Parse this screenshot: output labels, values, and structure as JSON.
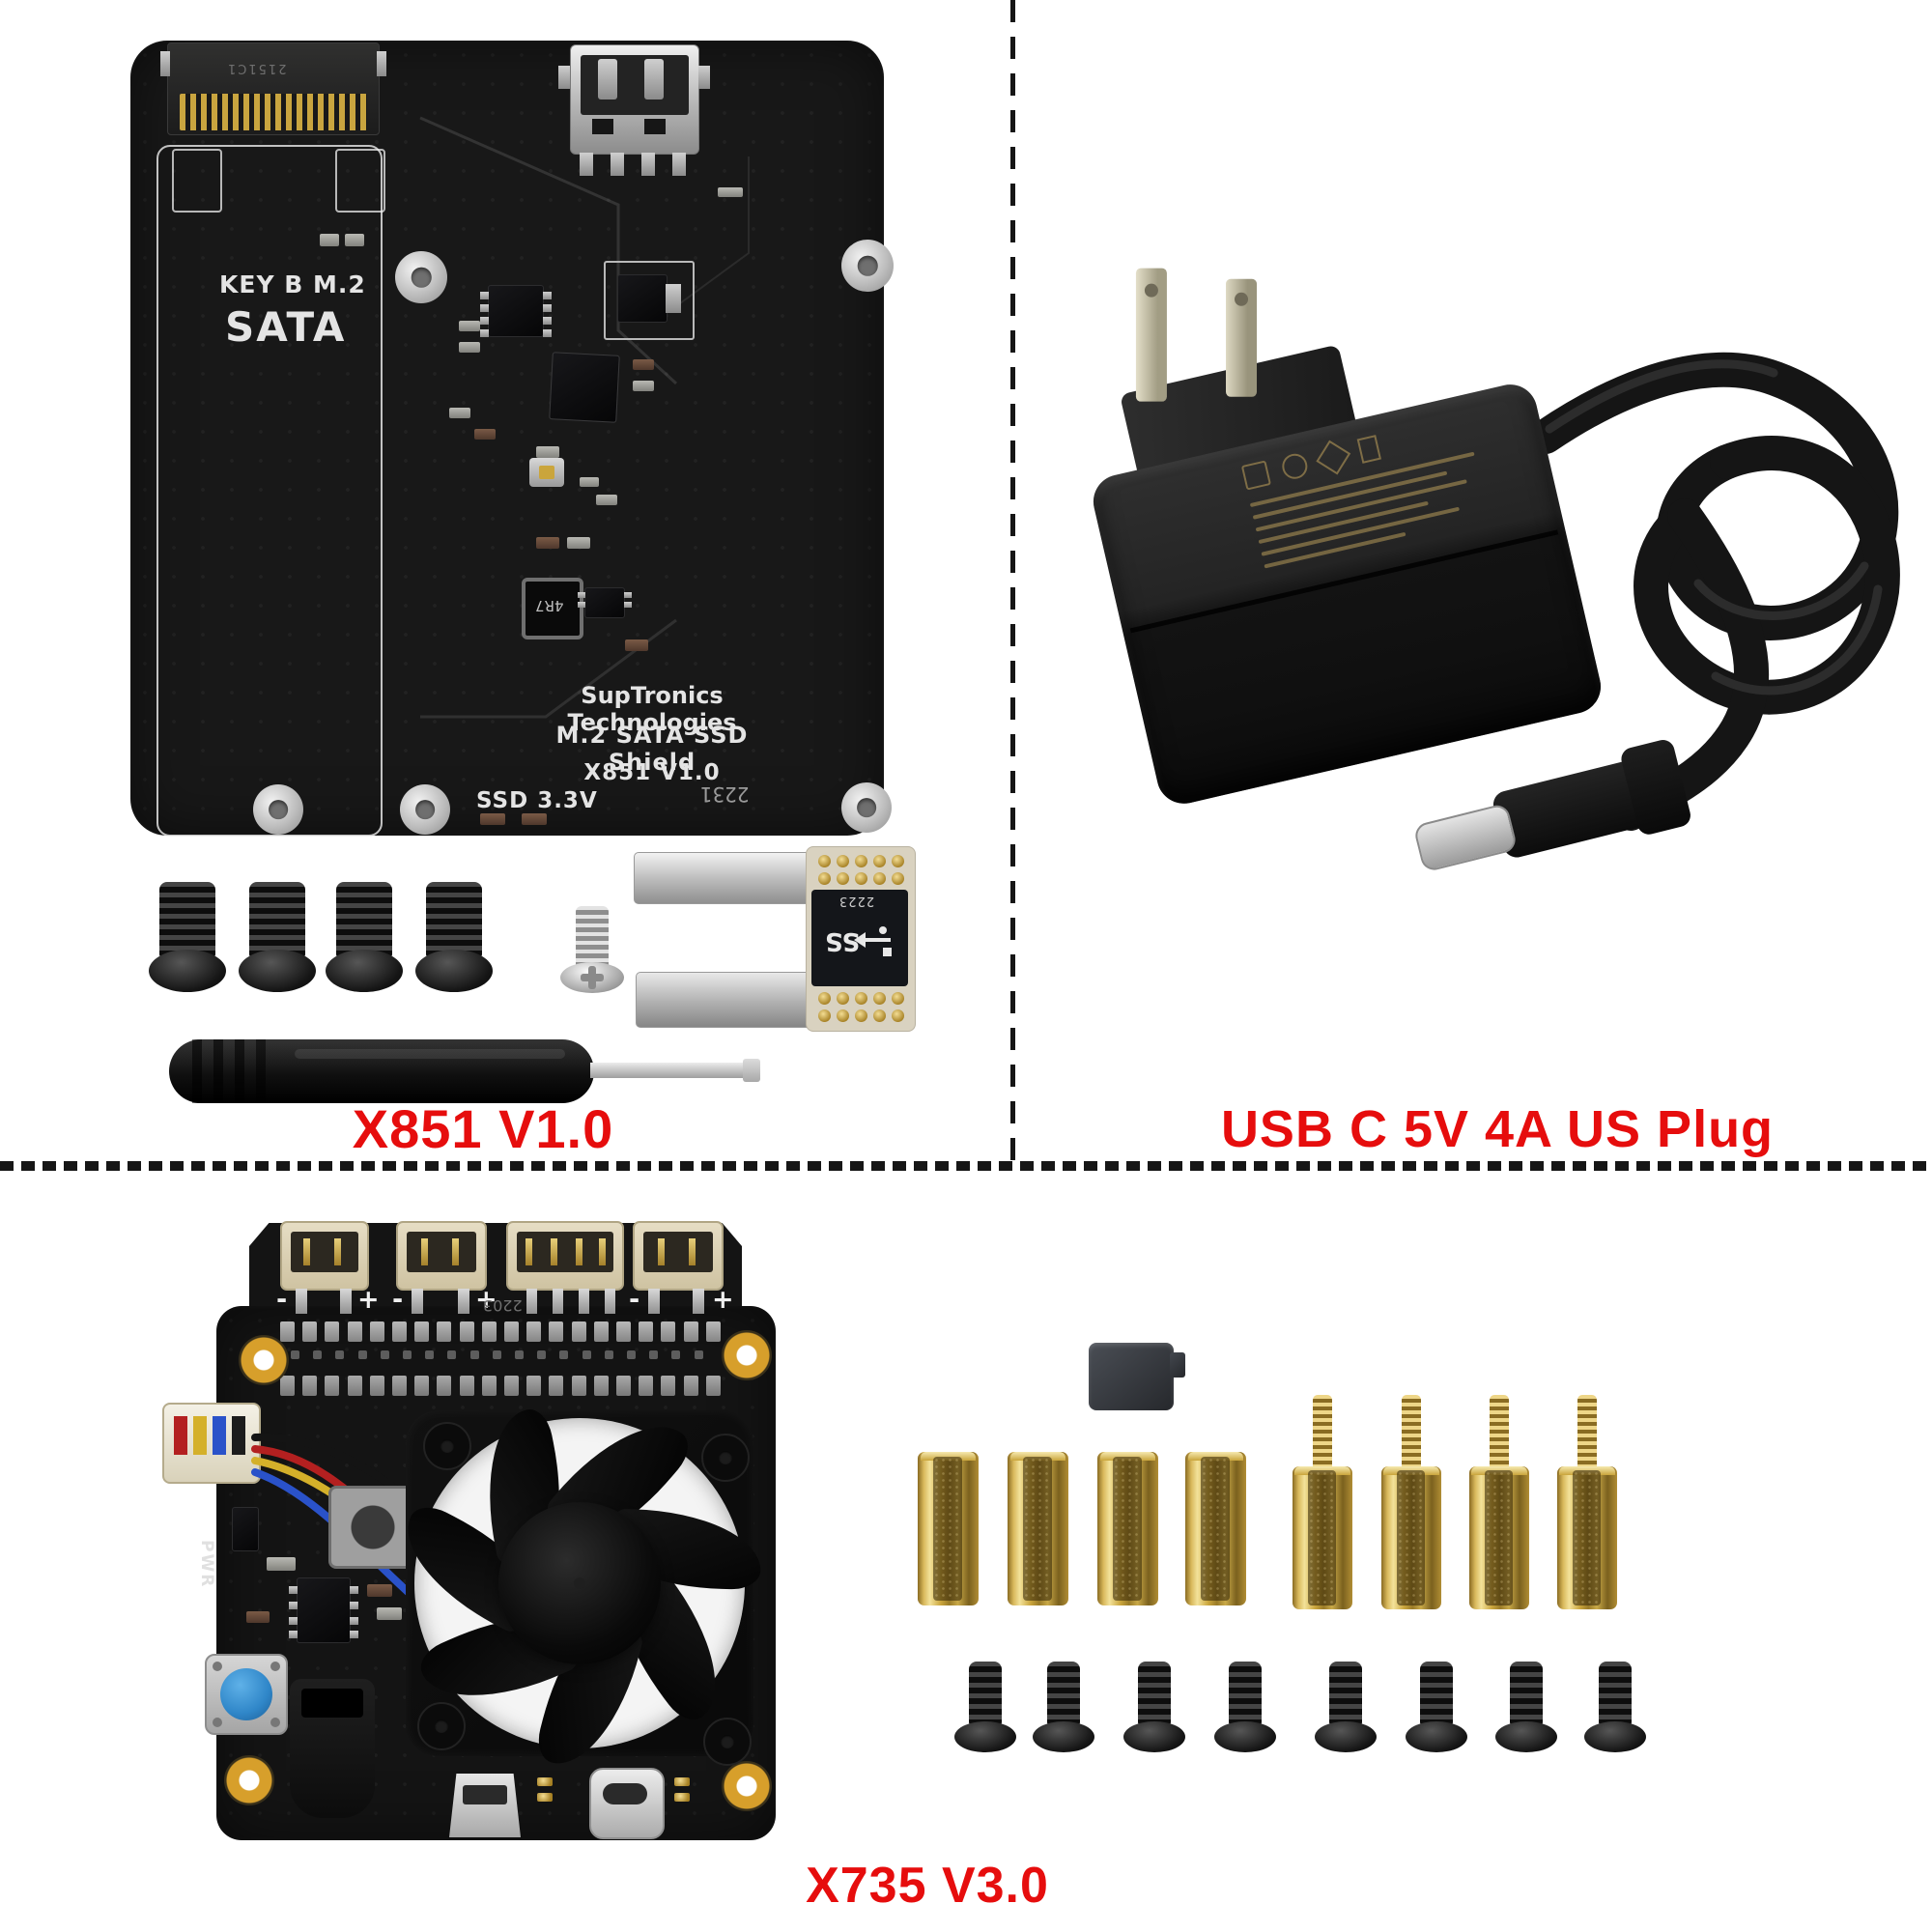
{
  "colors": {
    "accent_red": "#e60d0d",
    "pcb_black": "#181818",
    "brass": "#caa53c",
    "background": "#ffffff"
  },
  "panels": {
    "x851": {
      "caption": "X851 V1.0",
      "board": {
        "key_b": "KEY B M.2",
        "sata": "SATA",
        "brand": "SupTronics Technologies",
        "product": "M.2 SATA SSD Shield",
        "version": "X851 V1.0",
        "ssd_33v": "SSD 3.3V",
        "date_code": "2231",
        "m2_connector_code": "2151C1",
        "inductor_code": "4R7"
      },
      "kit": {
        "black_screws": 4,
        "silver_screws": 1,
        "screwdriver": 1,
        "usb_bridge": {
          "count": 1,
          "date_code": "2223",
          "logo_text": "SS"
        }
      }
    },
    "psu": {
      "caption": "USB C  5V 4A US Plug"
    },
    "x735": {
      "caption": "X735 V3.0",
      "board": {
        "pwr": "PWR",
        "date_code": "2203",
        "minus": "-",
        "plus": "+"
      },
      "kit": {
        "jumper_cap": 1,
        "standoffs_female": 4,
        "standoffs_male": 4,
        "screws": 8
      }
    }
  }
}
